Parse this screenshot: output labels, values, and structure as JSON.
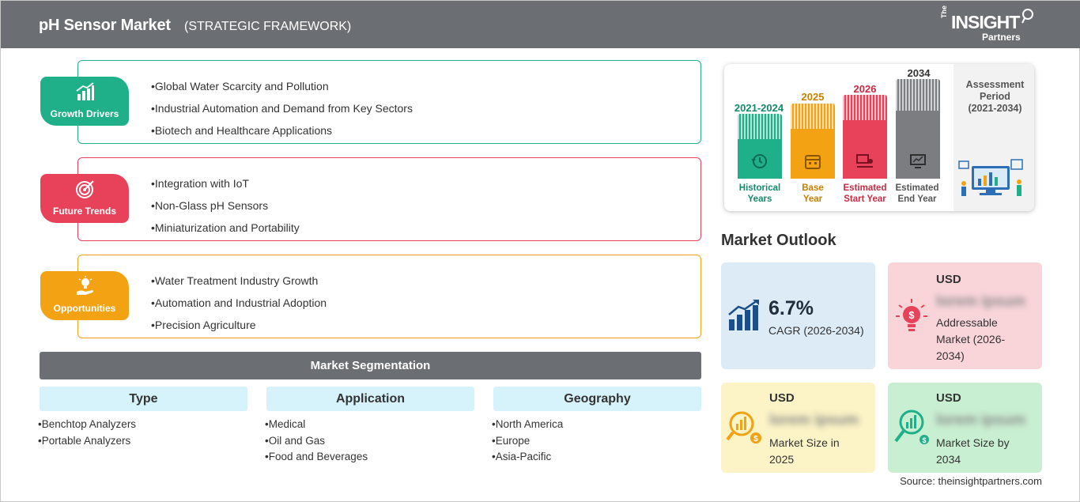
{
  "header": {
    "title": "pH Sensor Market",
    "subtitle": "(STRATEGIC FRAMEWORK)"
  },
  "logo": {
    "the": "The",
    "insight": "INSIGHT",
    "partners": "Partners"
  },
  "framework": [
    {
      "label": "Growth Drivers",
      "color": "#1fb08a",
      "items": [
        "Global Water Scarcity and Pollution",
        "Industrial Automation and Demand from Key Sectors",
        "Biotech and Healthcare Applications"
      ]
    },
    {
      "label": "Future Trends",
      "color": "#e8425a",
      "items": [
        "Integration with IoT",
        "Non-Glass pH Sensors",
        "Miniaturization and Portability"
      ]
    },
    {
      "label": "Opportunities",
      "color": "#f3a214",
      "items": [
        "Water Treatment Industry Growth",
        "Automation and Industrial Adoption",
        "Precision Agriculture"
      ]
    }
  ],
  "segmentation": {
    "title": "Market Segmentation",
    "columns": [
      {
        "heading": "Type",
        "items": [
          "Benchtop Analyzers",
          "Portable Analyzers"
        ]
      },
      {
        "heading": "Application",
        "items": [
          "Medical",
          "Oil and Gas",
          "Food and Beverages"
        ]
      },
      {
        "heading": "Geography",
        "items": [
          "North America",
          "Europe",
          "Asia-Pacific"
        ]
      }
    ]
  },
  "timeline": {
    "periods": [
      {
        "year": "2021-2024",
        "label": [
          "Historical",
          "Years"
        ],
        "color": "#1fb08a",
        "text_color": "#138a6a",
        "icon": "history-icon"
      },
      {
        "year": "2025",
        "label": [
          "Base",
          "Year"
        ],
        "color": "#f3a214",
        "text_color": "#c87f00",
        "icon": "calendar-icon"
      },
      {
        "year": "2026",
        "label": [
          "Estimated",
          "Start Year"
        ],
        "color": "#e8425a",
        "text_color": "#c82a42",
        "icon": "presentation-icon"
      },
      {
        "year": "2034",
        "label": [
          "Estimated",
          "End Year"
        ],
        "color": "#7b7d80",
        "text_color": "#555555",
        "icon": "monitor-icon"
      }
    ],
    "assessment": [
      "Assessment",
      "Period",
      "(2021-2034)"
    ]
  },
  "outlook": {
    "title": "Market Outlook",
    "cagr": {
      "value": "6.7%",
      "label": "CAGR (2026-2034)",
      "color": "#dcebf6"
    },
    "addressable": {
      "currency": "USD",
      "value": "lorem ipsum",
      "label": [
        "Addressable",
        "Market (2026-",
        "2034)"
      ],
      "color": "#f9d5da"
    },
    "size2025": {
      "currency": "USD",
      "value": "lorem ipsum",
      "label": [
        "Market Size in",
        "2025"
      ],
      "color": "#fcf4c6"
    },
    "size2034": {
      "currency": "USD",
      "value": "lorem ipsum",
      "label": [
        "Market Size by",
        "2034"
      ],
      "color": "#c9efd2"
    }
  },
  "source": "Source: theinsightpartners.com"
}
